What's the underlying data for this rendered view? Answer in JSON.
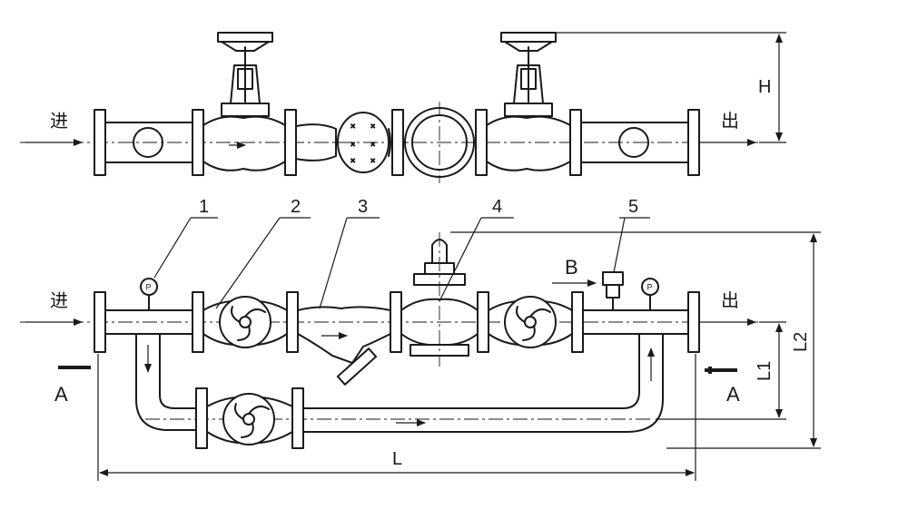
{
  "flow": {
    "inlet": "进",
    "outlet": "出"
  },
  "section": {
    "mark": "A"
  },
  "callouts": [
    "1",
    "2",
    "3",
    "4",
    "5"
  ],
  "view_mark": "B",
  "gauge_mark": "P",
  "dimensions": {
    "L": "L",
    "L1": "L1",
    "L2": "L2",
    "H": "H"
  }
}
